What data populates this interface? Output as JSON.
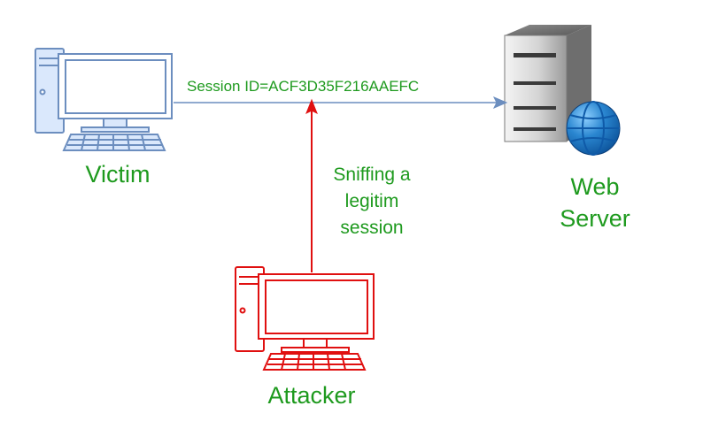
{
  "nodes": {
    "victim": {
      "label": "Victim",
      "icon": "desktop-computer-icon"
    },
    "server": {
      "label_line1": "Web",
      "label_line2": "Server",
      "icon": "web-server-icon"
    },
    "attacker": {
      "label": "Attacker",
      "icon": "desktop-computer-icon"
    }
  },
  "edges": {
    "session": {
      "label": "Session ID=ACF3D35F216AAEFC"
    },
    "sniff": {
      "line1": "Sniffing a",
      "line2": "legitim",
      "line3": "session"
    }
  },
  "colors": {
    "label_green": "#1e9a1e",
    "victim_stroke": "#6c8ebf",
    "victim_fill": "#dae8fc",
    "attacker_stroke": "#e01010",
    "attacker_fill": "#ffffff",
    "session_line": "#6c8ebf",
    "sniff_line": "#e01010"
  }
}
